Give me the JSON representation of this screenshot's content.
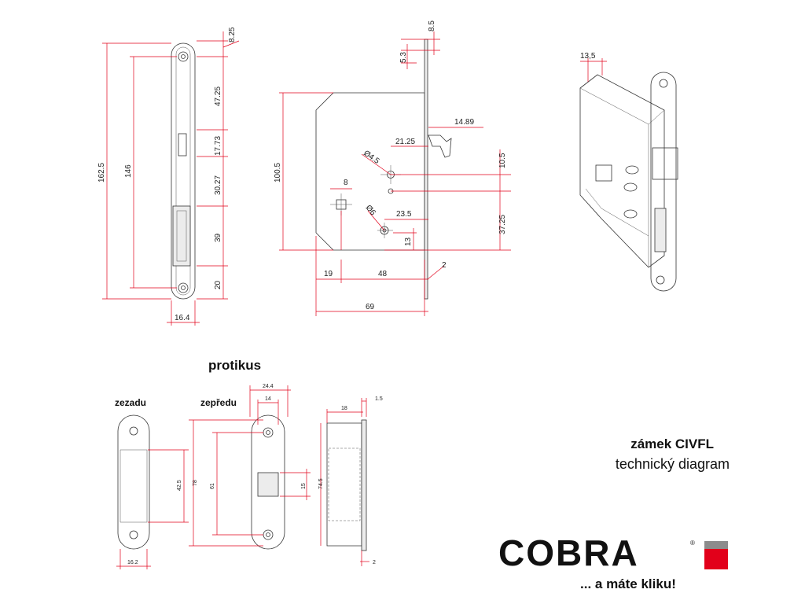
{
  "labels": {
    "strike_plate": "protikus",
    "back_view": "zezadu",
    "front_view": "zepředu",
    "product_name": "zámek CIVFL",
    "product_subtitle": "technický diagram"
  },
  "brand": {
    "name": "COBRA",
    "registered": "®",
    "tagline": "... a máte kliku!",
    "colors": {
      "red": "#e2001a",
      "gray": "#8c8c8c"
    }
  },
  "dimensions": {
    "faceplate": {
      "total_height": "162.5",
      "hole_spacing": "146",
      "top_offset": "8.25",
      "to_latch": "47.25",
      "latch_height": "17.73",
      "latch_to_bolt": "30.27",
      "bolt_height": "39",
      "bottom_offset": "20",
      "width": "16.4"
    },
    "side": {
      "top_a": "8.5",
      "top_b": "5.3",
      "latch_proj": "14.89",
      "case_height": "100.5",
      "spindle_dist": "21.25",
      "hole_d1": "Ø4.5",
      "spindle_gap": "10.5",
      "square": "8",
      "hole_d2": "Ø6",
      "cyl_dist": "23.5",
      "lower_height": "37.25",
      "small": "13",
      "plate_thick": "2",
      "backset_left": "19",
      "backset": "48",
      "case_depth": "69"
    },
    "iso": {
      "offset": "13,5"
    },
    "strike": {
      "back_width": "16.2",
      "back_height": "42.5",
      "front_height_outer": "78",
      "front_height_inner": "61",
      "front_width": "24.4",
      "front_inner": "14",
      "front_slot": "15",
      "side_depth": "18",
      "side_thick": "1.5",
      "side_height": "74.5",
      "side_bottom": "2"
    }
  }
}
